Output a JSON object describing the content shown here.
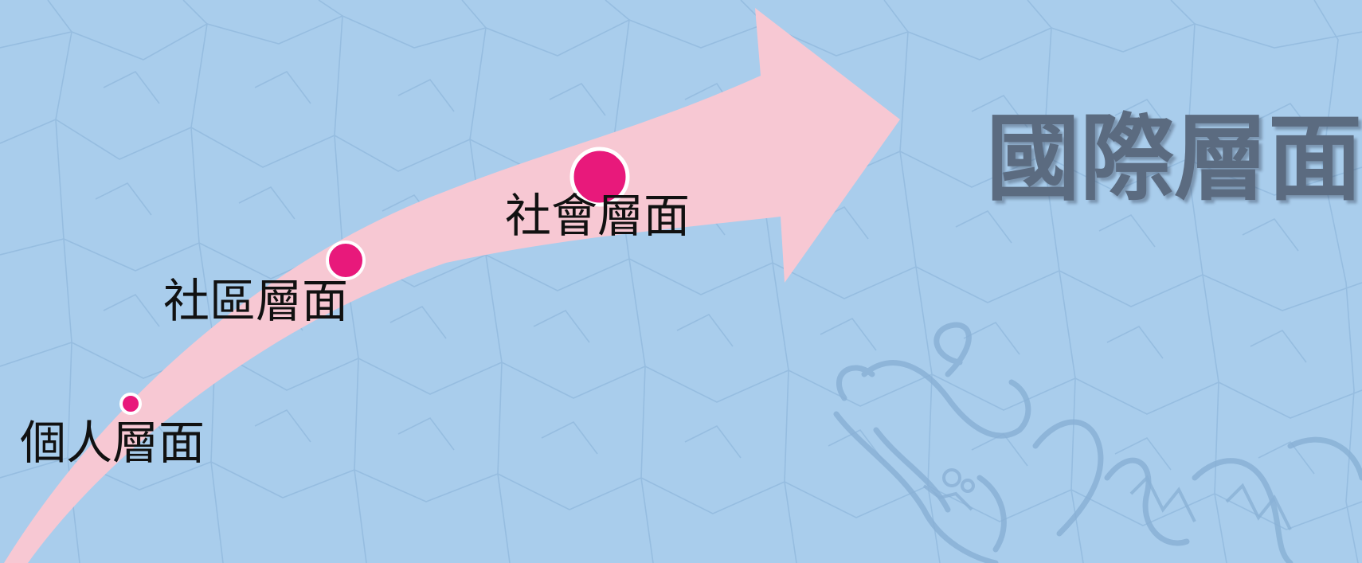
{
  "diagram": {
    "title": "國際層面",
    "levels": [
      {
        "label": "個人層面"
      },
      {
        "label": "社區層面"
      },
      {
        "label": "社會層面"
      }
    ]
  },
  "colors": {
    "background": "#a9cdec",
    "crackle": "#8fb6db",
    "arrow": "#f7c8d3",
    "dot": "#e8197b",
    "dot_ring": "#ffffff",
    "title": "#5b6b80",
    "label": "#111111"
  },
  "icons": {
    "decoration": "dragon-outline-icon"
  }
}
